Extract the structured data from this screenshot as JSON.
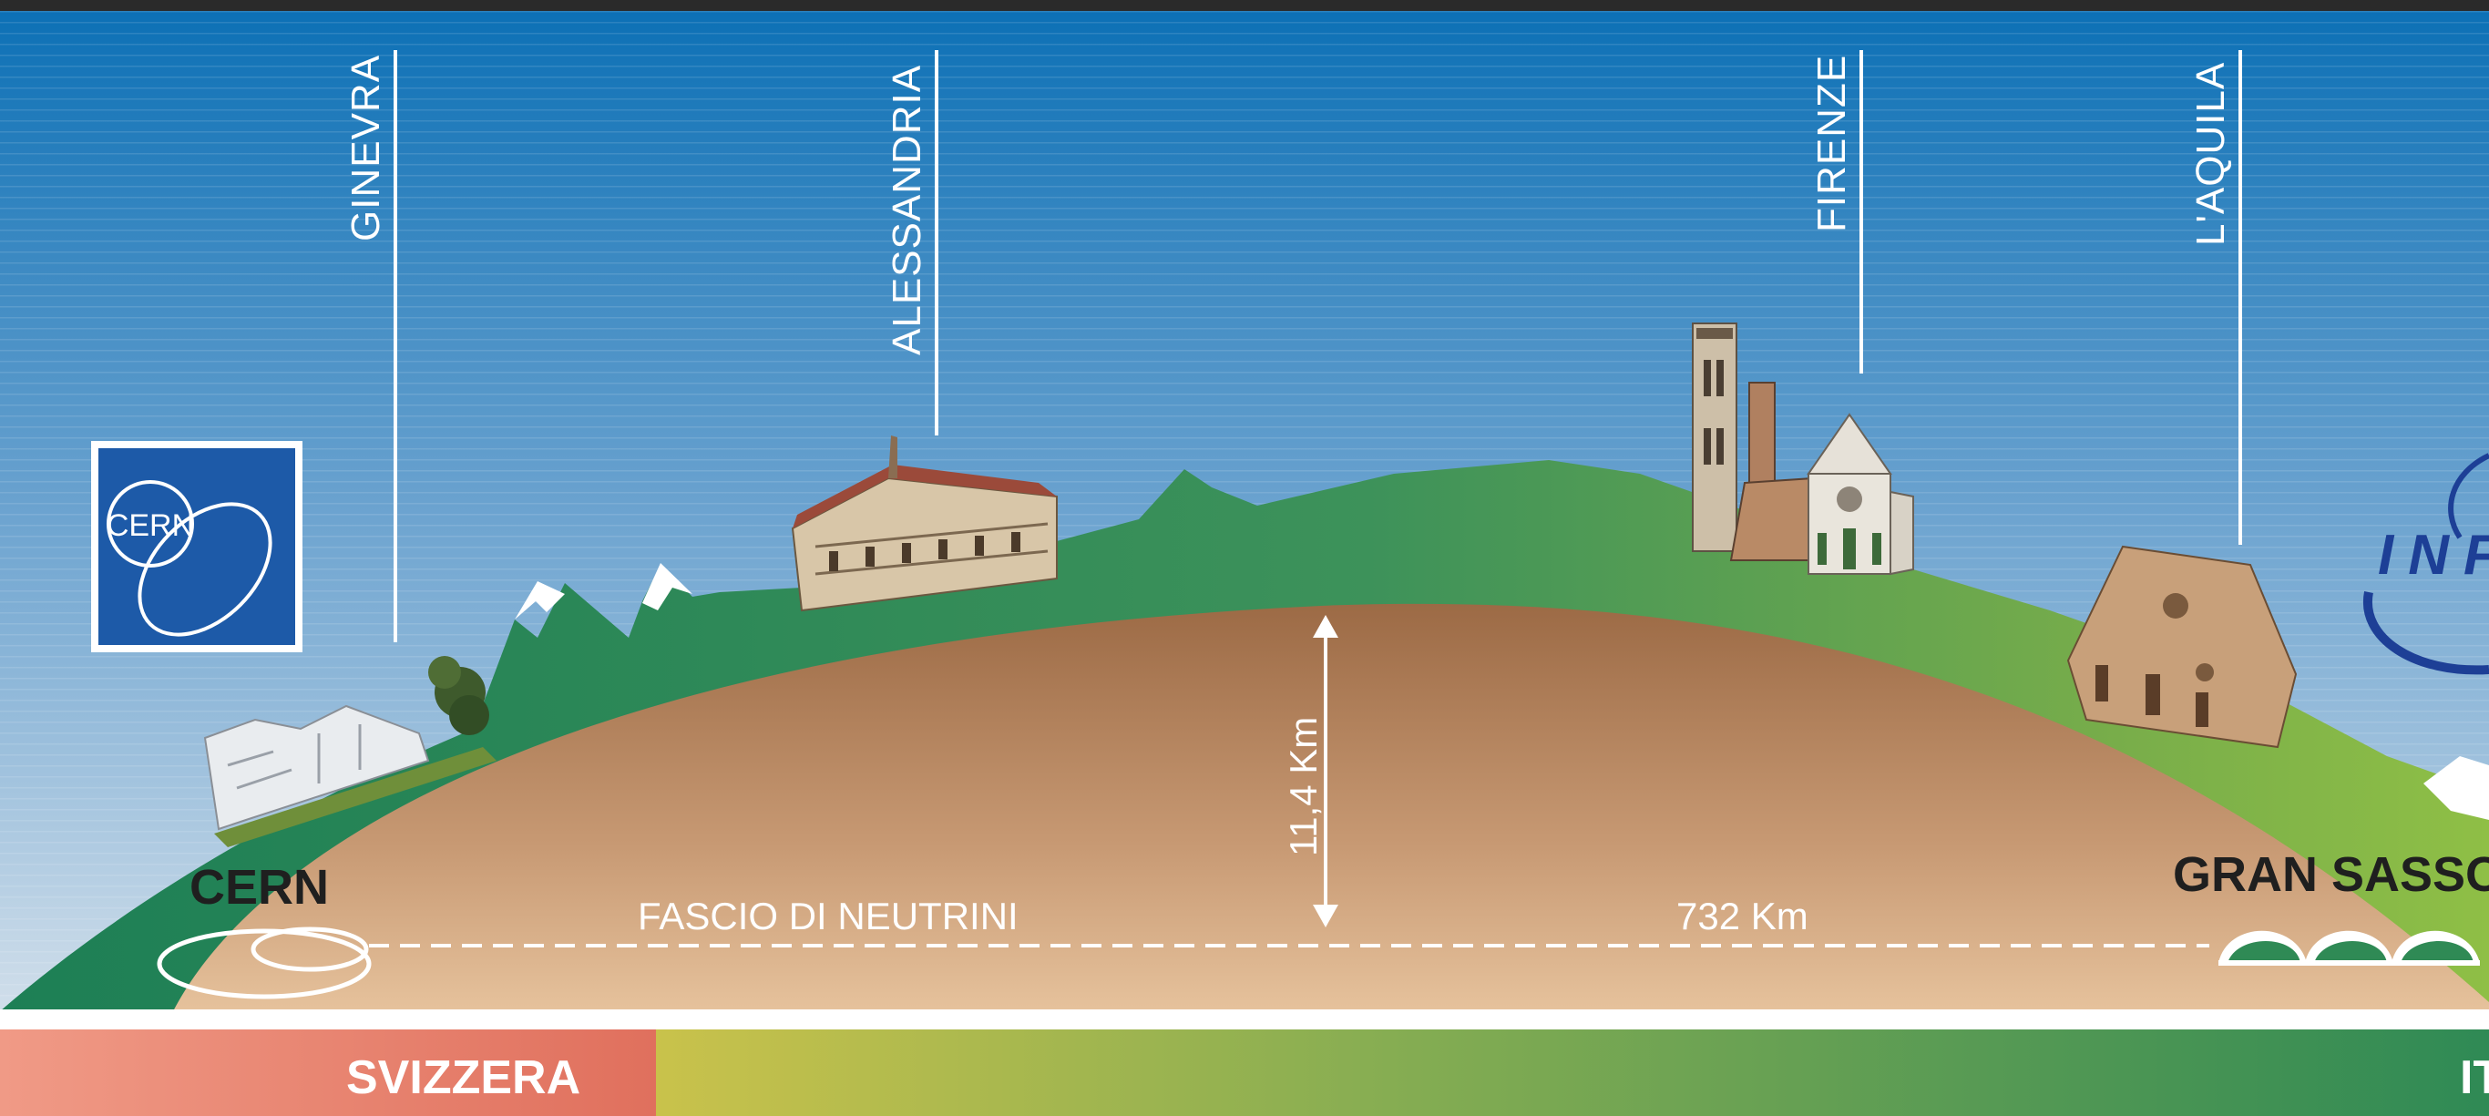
{
  "cities": [
    {
      "id": "ginevra",
      "label": "GINEVRA"
    },
    {
      "id": "alessandria",
      "label": "ALESSANDRIA"
    },
    {
      "id": "firenze",
      "label": "FIRENZE"
    },
    {
      "id": "aquila",
      "label": "L'AQUILA"
    }
  ],
  "sites": {
    "start": "CERN",
    "end": "GRAN SASSO",
    "logo_text": "CERN",
    "infn_text": "INFN"
  },
  "beam": {
    "label": "FASCIO DI NEUTRINI",
    "distance": "732 Km",
    "depth": "11,4 Km"
  },
  "countries": [
    "SVIZZERA",
    "ITALIA"
  ],
  "colors": {
    "sky_top": "#0d74b8",
    "sky_bottom": "#e3e8ef",
    "ground_green": "#2f8a52",
    "earth_brown": "#a5704c",
    "svizzera_red": "#e98370",
    "italy_gradient": [
      "#c8c04a",
      "#2f8a52"
    ]
  }
}
